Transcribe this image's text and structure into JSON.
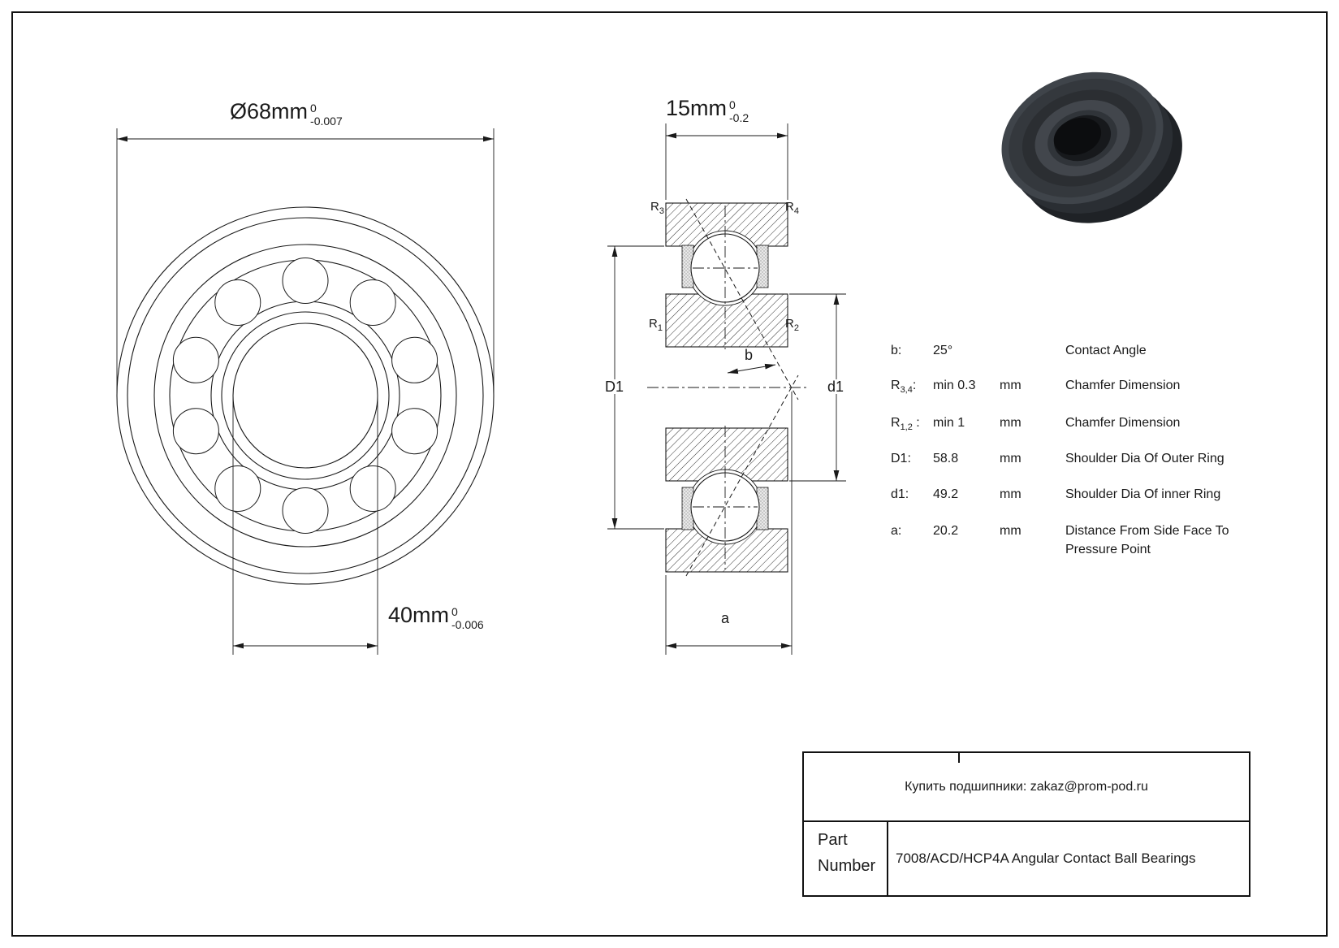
{
  "drawing": {
    "line_color": "#1a1a1a",
    "front_view": {
      "dim_outer": {
        "value": "Ø68mm",
        "tol_upper": "0",
        "tol_lower": "-0.007"
      },
      "dim_bore": {
        "value": "40mm",
        "tol_upper": "0",
        "tol_lower": "-0.006"
      }
    },
    "section_view": {
      "dim_width": {
        "value": "15mm",
        "tol_upper": "0",
        "tol_lower": "-0.2"
      },
      "labels": {
        "r3": {
          "main": "R",
          "sub": "3"
        },
        "r4": {
          "main": "R",
          "sub": "4"
        },
        "r1": {
          "main": "R",
          "sub": "1"
        },
        "r2": {
          "main": "R",
          "sub": "2"
        },
        "shoulder_outer": "D1",
        "shoulder_inner": "d1",
        "contact_angle": "b",
        "pressure_distance": "a"
      }
    }
  },
  "specs": {
    "rows": [
      {
        "label_main": "b",
        "label_sub": "",
        "label_end": ":",
        "value": "25°",
        "unit": "",
        "desc": "Contact Angle"
      },
      {
        "label_main": "R",
        "label_sub": "3,4",
        "label_end": ":",
        "value": "min 0.3",
        "unit": "mm",
        "desc": "Chamfer Dimension"
      },
      {
        "label_main": "R",
        "label_sub": "1,2",
        "label_end": " :",
        "value": "min 1",
        "unit": "mm",
        "desc": "Chamfer Dimension"
      },
      {
        "label_main": "D1",
        "label_sub": "",
        "label_end": ":",
        "value": "58.8",
        "unit": "mm",
        "desc": "Shoulder Dia Of Outer Ring"
      },
      {
        "label_main": "d1",
        "label_sub": "",
        "label_end": ":",
        "value": "49.2",
        "unit": "mm",
        "desc": "Shoulder Dia Of inner Ring"
      },
      {
        "label_main": "a",
        "label_sub": "",
        "label_end": ":",
        "value": "20.2",
        "unit": "mm",
        "desc": "Distance From Side Face To Pressure Point"
      }
    ]
  },
  "footer": {
    "contact": "Купить подшипники: zakaz@prom-pod.ru",
    "part_label_line1": "Part",
    "part_label_line2": "Number",
    "part_number": "7008/ACD/HCP4A Angular Contact Ball Bearings"
  }
}
